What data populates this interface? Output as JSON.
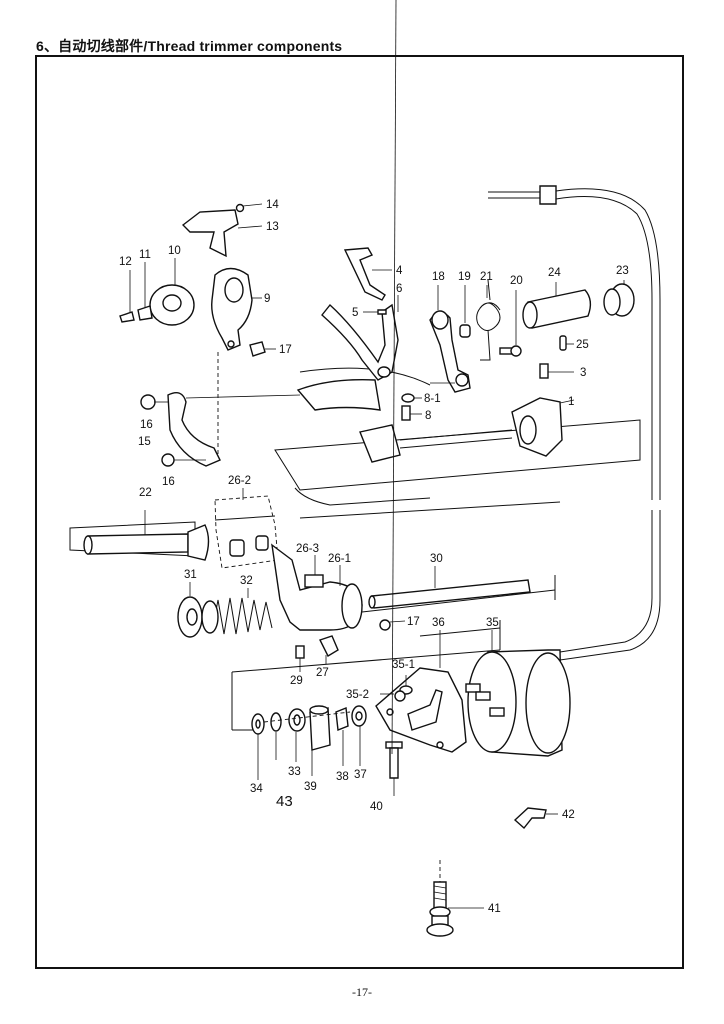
{
  "page": {
    "title": "6、自动切线部件/Thread  trimmer  components",
    "footer": "-17-"
  },
  "labels": {
    "l1": "1",
    "l3": "3",
    "l4": "4",
    "l5": "5",
    "l6": "6",
    "l8": "8",
    "l8_1": "8-1",
    "l9": "9",
    "l10": "10",
    "l11": "11",
    "l12": "12",
    "l13": "13",
    "l14": "14",
    "l15": "15",
    "l16a": "16",
    "l16b": "16",
    "l17a": "17",
    "l17b": "17",
    "l18": "18",
    "l19": "19",
    "l20": "20",
    "l21": "21",
    "l22": "22",
    "l23": "23",
    "l24": "24",
    "l25": "25",
    "l26_1": "26-1",
    "l26_2": "26-2",
    "l26_3": "26-3",
    "l27": "27",
    "l29": "29",
    "l30": "30",
    "l31": "31",
    "l32": "32",
    "l33": "33",
    "l34": "34",
    "l35": "35",
    "l35_1": "35-1",
    "l35_2": "35-2",
    "l36": "36",
    "l37": "37",
    "l38": "38",
    "l39": "39",
    "l40": "40",
    "l41": "41",
    "l42": "42",
    "l43": "43"
  }
}
